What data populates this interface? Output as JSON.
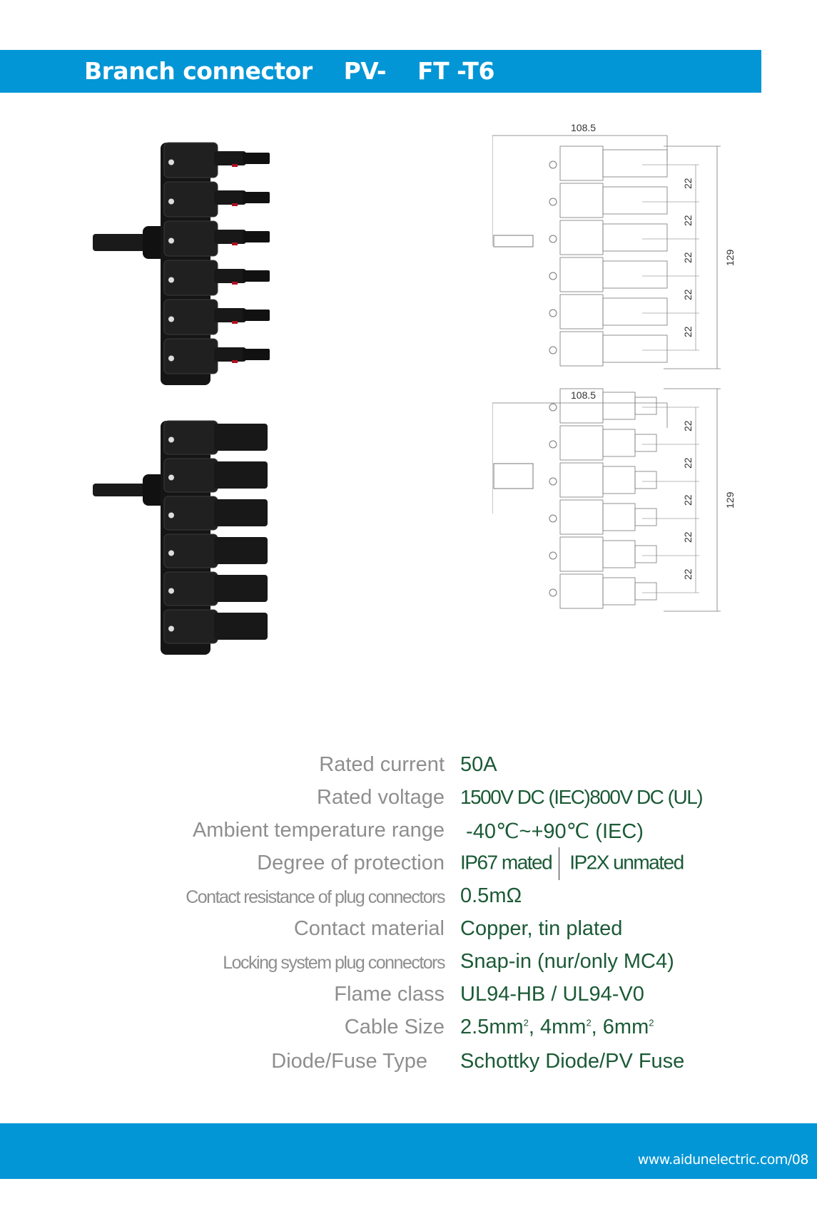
{
  "header": {
    "title": "Branch connector    PV-    FT -T6"
  },
  "drawings": {
    "top": {
      "width_label": "108.5",
      "pitch_labels": [
        "22",
        "22",
        "22",
        "22",
        "22"
      ],
      "height_label": "129"
    },
    "bottom": {
      "width_label": "108.5",
      "pitch_labels": [
        "22",
        "22",
        "22",
        "22",
        "22"
      ],
      "height_label": "129"
    }
  },
  "specs": [
    {
      "label": "Rated current",
      "value": "50A"
    },
    {
      "label": "Rated voltage",
      "value": "1500V DC (IEC)800V DC (UL)"
    },
    {
      "label": "Ambient temperature range",
      "value": " -40℃~+90℃ (IEC)"
    },
    {
      "label": "Degree of protection",
      "value": "IP67 mated",
      "value2": "IP2X unmated"
    },
    {
      "label": "Contact resistance of plug connectors",
      "value": "0.5mΩ"
    },
    {
      "label": "Contact material",
      "value": "Copper, tin plated"
    },
    {
      "label": "Locking system plug connectors",
      "value": "Snap-in (nur/only MC4)"
    },
    {
      "label": "Flame class",
      "value": "UL94-HB / UL94-V0"
    },
    {
      "label": "Cable Size",
      "value_parts": [
        "2.5mm",
        "2",
        ", 4mm",
        "2",
        ", 6mm",
        "2"
      ]
    },
    {
      "label": "Diode/Fuse Type",
      "value": "Schottky Diode/PV Fuse"
    }
  ],
  "footer": {
    "url": "www.aidunelectric.com/08"
  },
  "colors": {
    "brand_blue": "#0396d6",
    "label_gray": "#8e8e8e",
    "value_green": "#1b5a36"
  }
}
